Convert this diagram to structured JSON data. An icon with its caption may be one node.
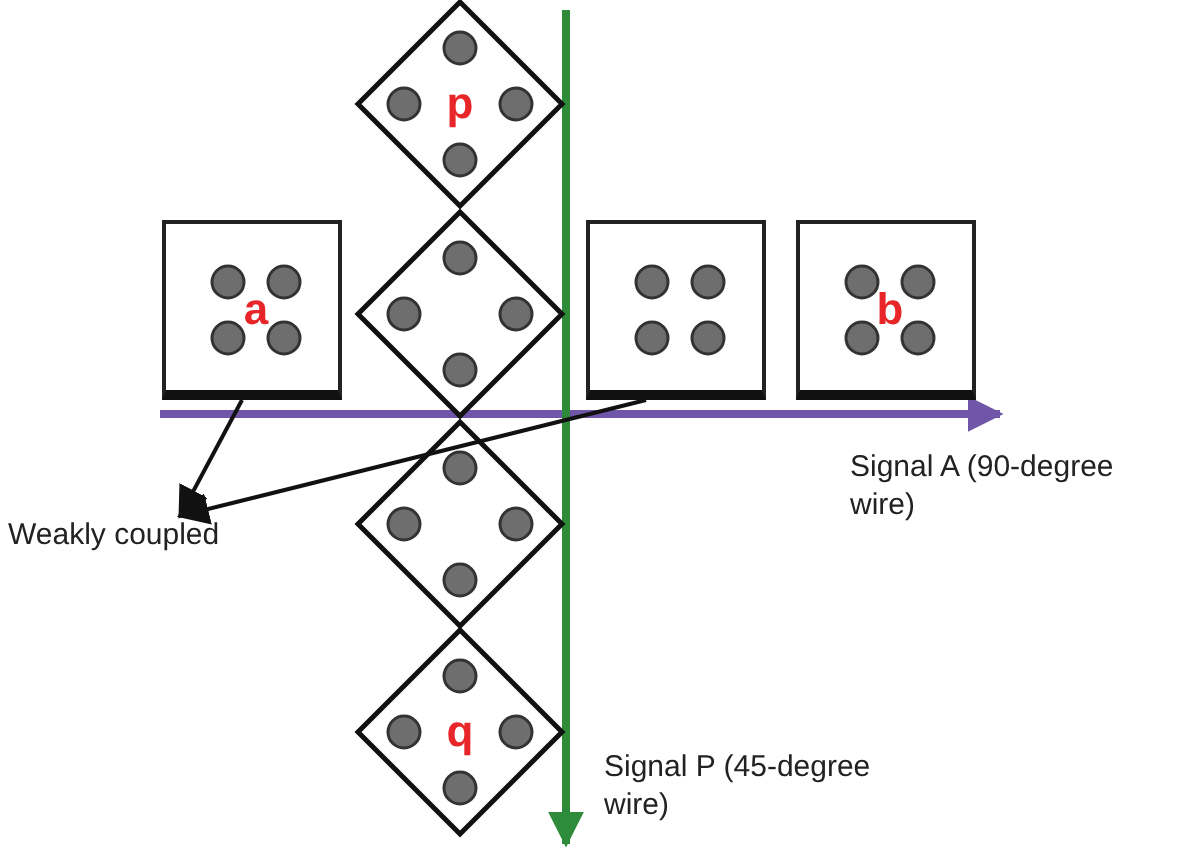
{
  "diagram": {
    "nodes": [
      {
        "text": [
          "p"
        ]
      },
      {
        "text": [
          "a"
        ]
      },
      {
        "text": [],
        "shape": "diamond"
      },
      {
        "text": [],
        "shape": "box"
      },
      {
        "text": [
          "b"
        ]
      },
      {
        "text": [],
        "shape": "diamond"
      },
      {
        "text": [
          "q"
        ]
      },
      {
        "text": [
          "Weakly coupled"
        ]
      }
    ],
    "edges": [
      {
        "from": 1,
        "to": 7,
        "arrow": "to"
      },
      {
        "from": 3,
        "to": 7,
        "arrow": "to"
      }
    ],
    "labels": [
      "Signal A (90-degree wire)",
      "Signal P (45-degree wire)"
    ]
  }
}
